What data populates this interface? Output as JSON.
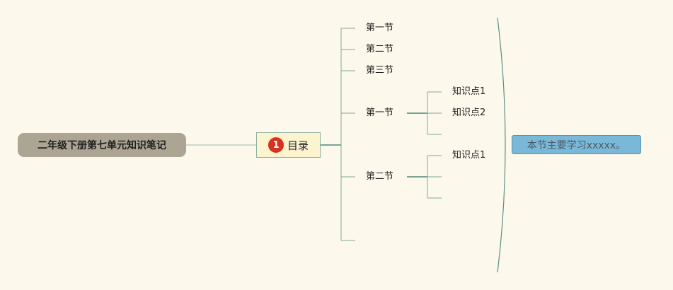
{
  "root": {
    "label": "二年级下册第七单元知识笔记"
  },
  "toc": {
    "badge": "1",
    "label": "目录"
  },
  "branches": [
    {
      "label": "第一节"
    },
    {
      "label": "第二节"
    },
    {
      "label": "第三节"
    },
    {
      "label": "第一节",
      "children": [
        {
          "label": "知识点1"
        },
        {
          "label": "知识点2"
        },
        {
          "label": ""
        }
      ]
    },
    {
      "label": "第二节",
      "children": [
        {
          "label": "知识点1"
        },
        {
          "label": ""
        },
        {
          "label": ""
        }
      ]
    },
    {
      "label": ""
    }
  ],
  "summary": {
    "label": "本节主要学习xxxxx。"
  },
  "colors": {
    "background": "#fdf8ec",
    "line": "#5d8f82",
    "root_fill": "#aca593",
    "toc_fill": "#fcf4cf",
    "badge": "#d8311f",
    "summary_fill": "#7ab8d8"
  }
}
